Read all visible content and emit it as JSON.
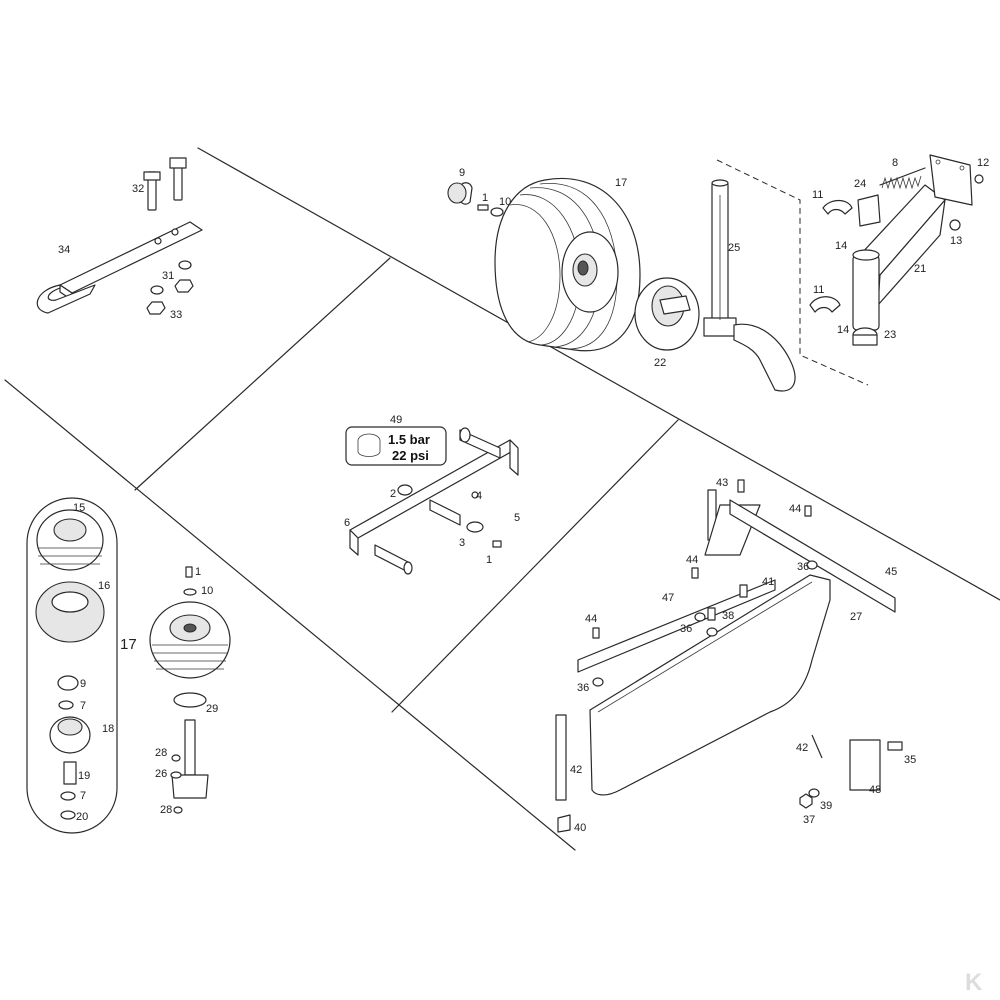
{
  "labels": {
    "l32": "32",
    "l34": "34",
    "l31": "31",
    "l33": "33",
    "l9a": "9",
    "l1a": "1",
    "l10a": "10",
    "l17a": "17",
    "l22": "22",
    "l25": "25",
    "l8": "8",
    "l12": "12",
    "l11a": "11",
    "l24": "24",
    "l13": "13",
    "l14a": "14",
    "l21": "21",
    "l11b": "11",
    "l14b": "14",
    "l23": "23",
    "l49": "49",
    "l2": "2",
    "l4": "4",
    "l6": "6",
    "l5": "5",
    "l3": "3",
    "l1b": "1",
    "l15": "15",
    "l16": "16",
    "l17b": "17",
    "l9b": "9",
    "l7a": "7",
    "l18": "18",
    "l19": "19",
    "l7b": "7",
    "l20": "20",
    "l1c": "1",
    "l10b": "10",
    "l29": "29",
    "l28a": "28",
    "l26": "26",
    "l28b": "28",
    "l43": "43",
    "l44a": "44",
    "l44b": "44",
    "l36a": "36",
    "l45": "45",
    "l41": "41",
    "l47": "47",
    "l44c": "44",
    "l36b": "36",
    "l38": "38",
    "l27": "27",
    "l36c": "36",
    "l42a": "42",
    "l40": "40",
    "l42b": "42",
    "l35": "35",
    "l39": "39",
    "l37": "37",
    "l48": "48"
  },
  "decal": {
    "line1": "1.5 bar",
    "line2": "22 psi"
  },
  "brand_mark": "K"
}
